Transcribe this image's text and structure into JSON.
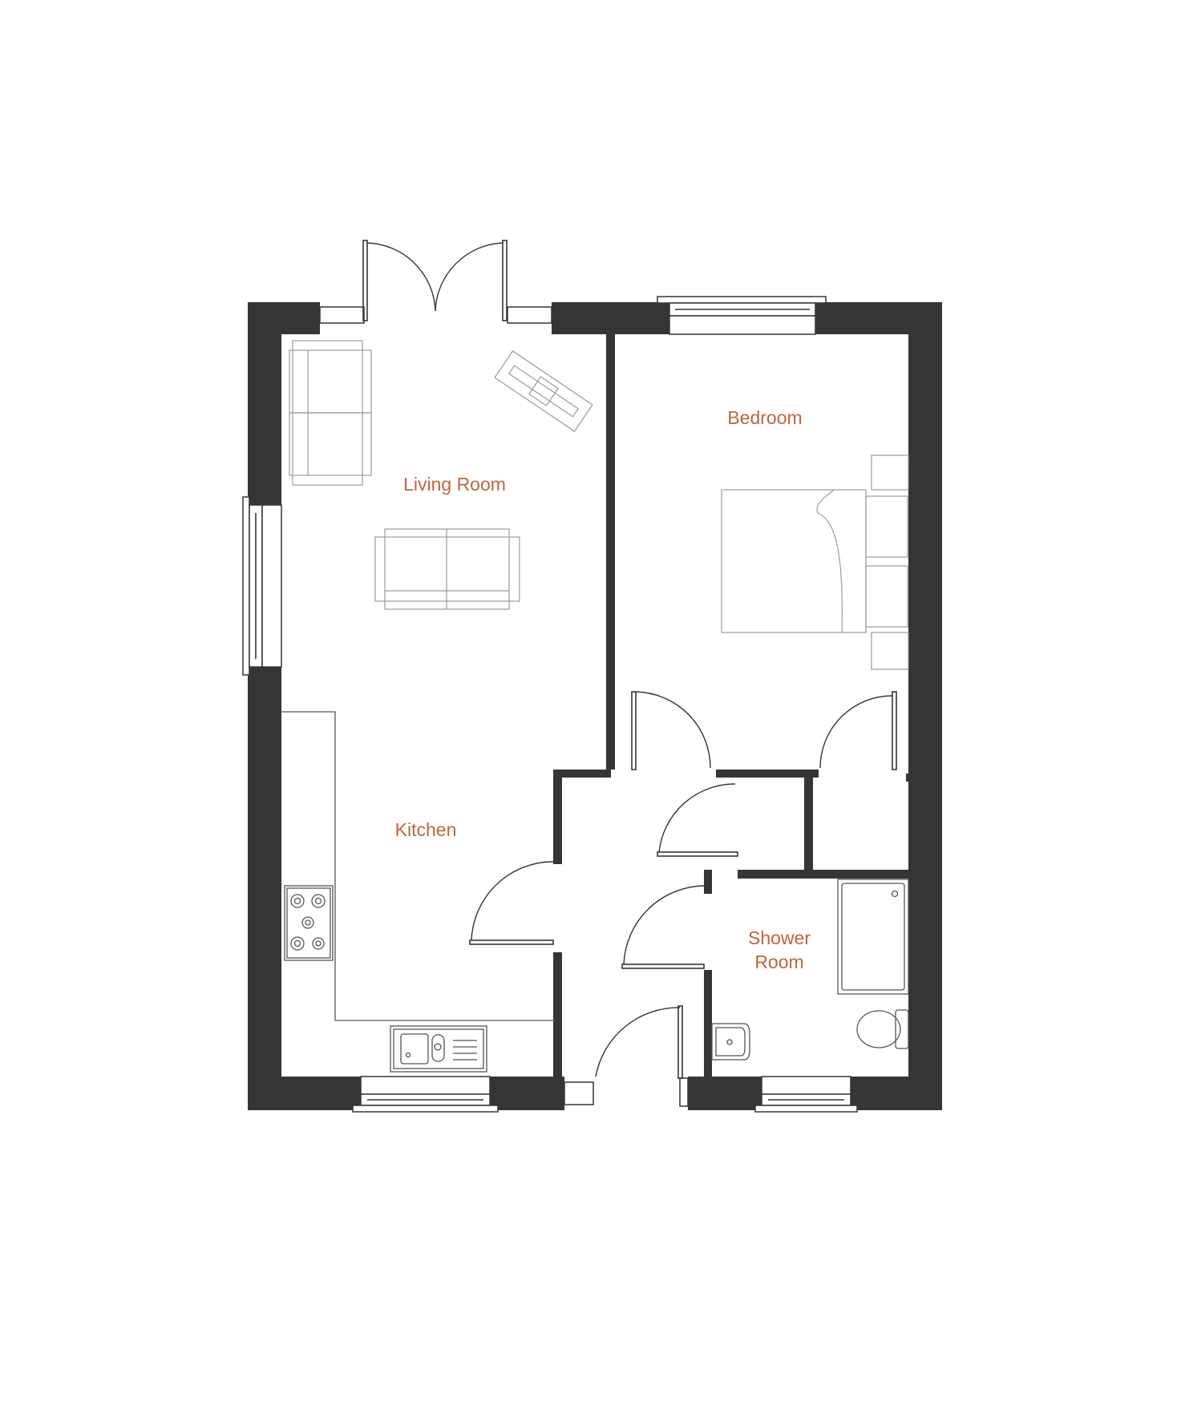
{
  "rooms": {
    "living_room": "Living Room",
    "bedroom": "Bedroom",
    "kitchen": "Kitchen",
    "shower_room_line1": "Shower",
    "shower_room_line2": "Room"
  },
  "colors": {
    "wall": "#353535",
    "label": "#c0653c",
    "furniture": "#9a9a9a"
  }
}
